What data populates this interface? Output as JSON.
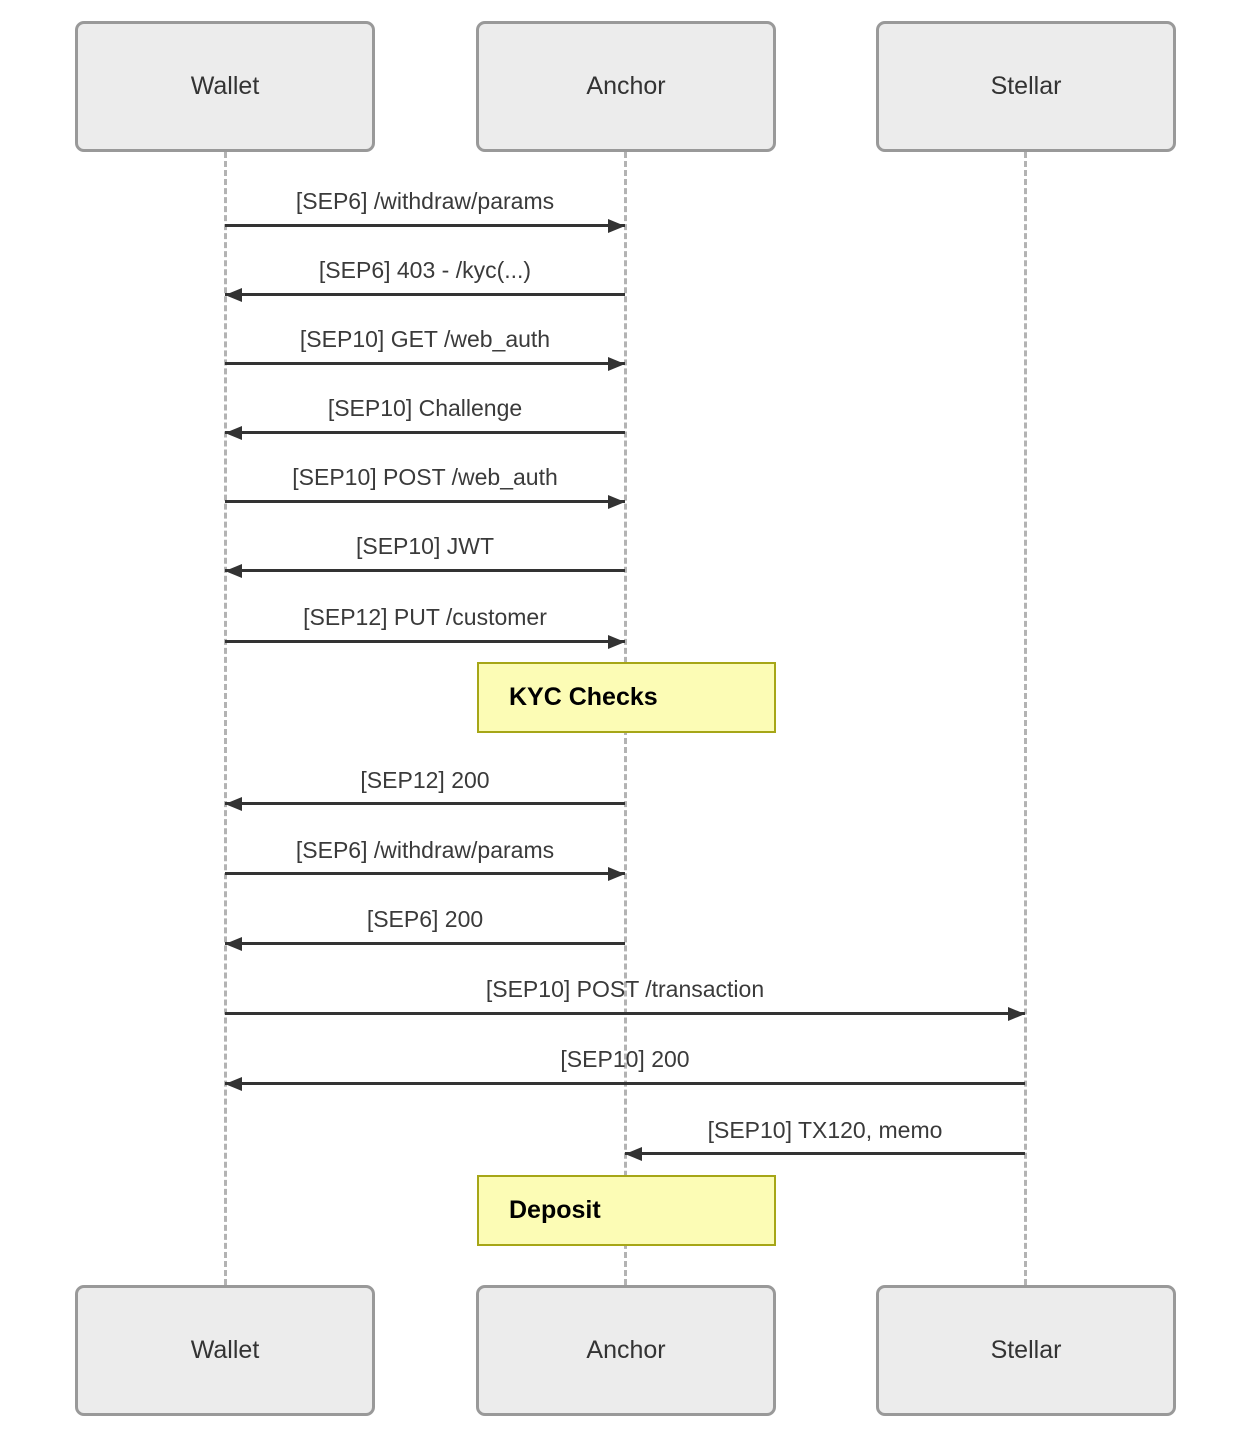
{
  "diagram": {
    "type": "sequence-diagram",
    "actors": [
      {
        "name": "Wallet"
      },
      {
        "name": "Anchor"
      },
      {
        "name": "Stellar"
      }
    ],
    "messages": [
      {
        "from": "Wallet",
        "to": "Anchor",
        "direction": "right",
        "label": "[SEP6] /withdraw/params"
      },
      {
        "from": "Anchor",
        "to": "Wallet",
        "direction": "left",
        "label": "[SEP6] 403 - /kyc(...)"
      },
      {
        "from": "Wallet",
        "to": "Anchor",
        "direction": "right",
        "label": "[SEP10] GET /web_auth"
      },
      {
        "from": "Anchor",
        "to": "Wallet",
        "direction": "left",
        "label": "[SEP10] Challenge"
      },
      {
        "from": "Wallet",
        "to": "Anchor",
        "direction": "right",
        "label": "[SEP10] POST /web_auth"
      },
      {
        "from": "Anchor",
        "to": "Wallet",
        "direction": "left",
        "label": "[SEP10] JWT"
      },
      {
        "from": "Wallet",
        "to": "Anchor",
        "direction": "right",
        "label": "[SEP12] PUT /customer"
      },
      {
        "from": "Anchor",
        "to": "Wallet",
        "direction": "left",
        "label": "[SEP12] 200"
      },
      {
        "from": "Wallet",
        "to": "Anchor",
        "direction": "right",
        "label": "[SEP6] /withdraw/params"
      },
      {
        "from": "Anchor",
        "to": "Wallet",
        "direction": "left",
        "label": "[SEP6] 200"
      },
      {
        "from": "Wallet",
        "to": "Stellar",
        "direction": "right",
        "label": "[SEP10] POST /transaction"
      },
      {
        "from": "Stellar",
        "to": "Wallet",
        "direction": "left",
        "label": "[SEP10] 200"
      },
      {
        "from": "Stellar",
        "to": "Anchor",
        "direction": "left",
        "label": "[SEP10] TX120, memo"
      }
    ],
    "notes": [
      {
        "over": "Anchor",
        "label": "KYC Checks"
      },
      {
        "over": "Anchor",
        "label": "Deposit"
      }
    ],
    "colors": {
      "background": "#ffffff",
      "actor_fill": "#ececec",
      "actor_border": "#999999",
      "actor_text": "#333333",
      "lifeline": "#b3b3b3",
      "arrow": "#333333",
      "message_text": "#3a3a3a",
      "note_fill": "#fcfcb5",
      "note_border": "#a6a617",
      "note_text": "#000000"
    }
  }
}
